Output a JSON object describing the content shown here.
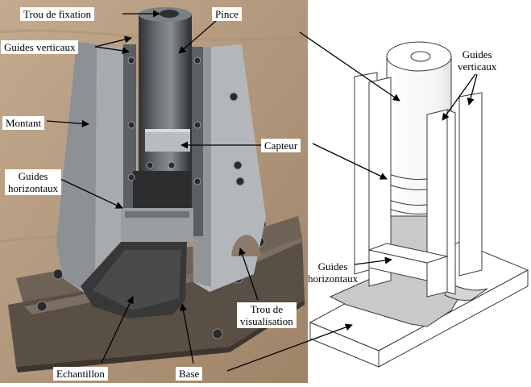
{
  "figure": {
    "labels": {
      "trou_fixation": "Trou de fixation",
      "pince": "Pince",
      "guides_verticaux_photo": "Guides verticaux",
      "montant": "Montant",
      "capteur": "Capteur",
      "guides_horizontaux_photo_l1": "Guides",
      "guides_horizontaux_photo_l2": "horizontaux",
      "trou_visualisation_l1": "Trou de",
      "trou_visualisation_l2": "visualisation",
      "echantillon": "Echantillon",
      "base": "Base",
      "guides_verticaux_draw_l1": "Guides",
      "guides_verticaux_draw_l2": "verticaux",
      "guides_horizontaux_draw_l1": "Guides",
      "guides_horizontaux_draw_l2": "horizontaux"
    },
    "colors": {
      "background": "#b79a7d",
      "metal": "#a9acb0",
      "dark_metal": "#44474b",
      "base_plate": "#6a5e52",
      "sample": "#3c3c3c",
      "drawing_line": "#3a3a3a",
      "drawing_fill": "#ffffff",
      "drawing_shade": "#c9c9c9"
    }
  }
}
